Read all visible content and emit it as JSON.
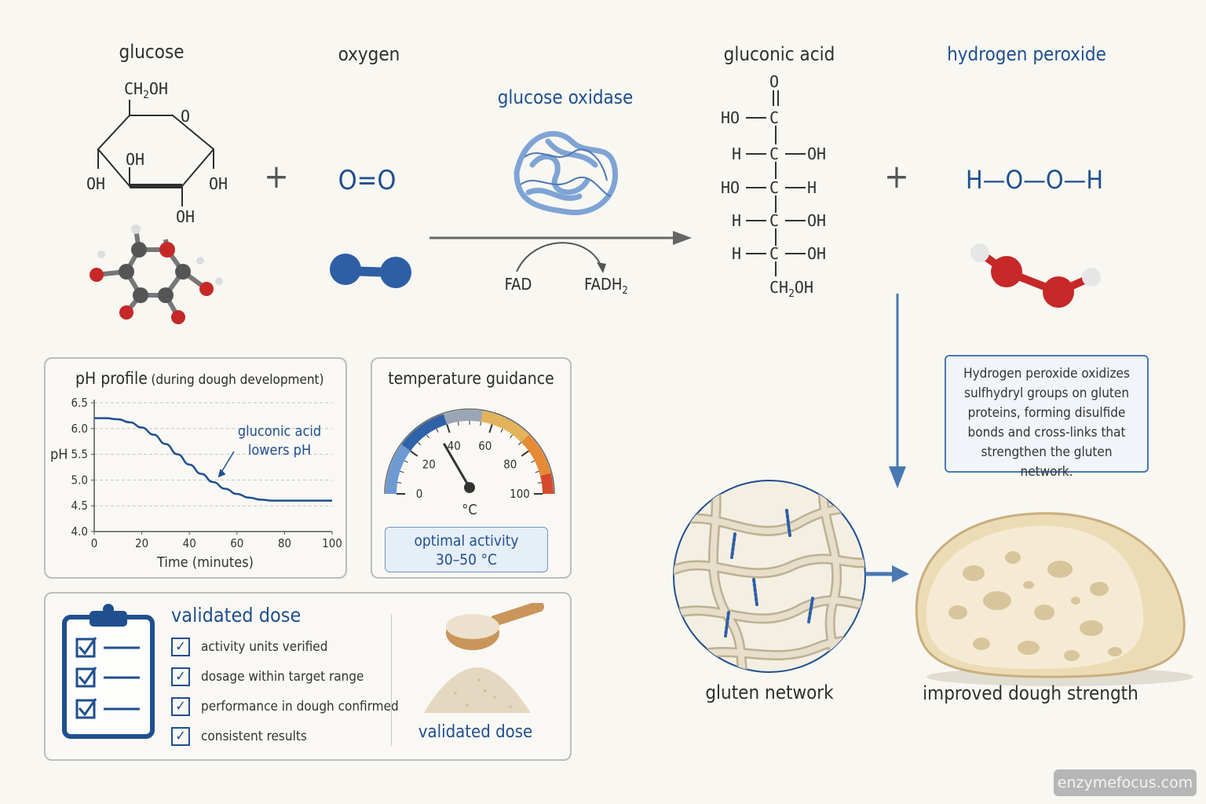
{
  "reaction": {
    "glucose_label": "glucose",
    "glucose_formula": {
      "ch2oh": "CH",
      "ch2oh_sub": "2",
      "ch2oh_tail": "OH",
      "ring_o": "O",
      "oh": "OH"
    },
    "oxygen_label": "oxygen",
    "oxygen_formula": "O=O",
    "plus": "+",
    "enzyme_label": "glucose oxidase",
    "cofactor_from": "FAD",
    "cofactor_to": "FADH",
    "cofactor_to_sub": "2",
    "gluconic_label": "gluconic acid",
    "gluconic_formula": {
      "o": "O",
      "ho": "HO",
      "c": "C",
      "h": "H",
      "oh": "OH",
      "ch2oh": "CH",
      "ch2oh_sub": "2",
      "ch2oh_tail": "OH"
    },
    "peroxide_label": "hydrogen peroxide",
    "peroxide_formula": "H—O—O—H"
  },
  "ph_panel": {
    "title": "pH profile",
    "subtitle": "(during dough development)",
    "annotation_line1": "gluconic acid",
    "annotation_line2": "lowers pH"
  },
  "chart_data": {
    "type": "line",
    "title": "pH profile",
    "subtitle": "(during dough development)",
    "xlabel": "Time (minutes)",
    "ylabel": "pH",
    "xlim": [
      0,
      100
    ],
    "ylim": [
      4.0,
      6.5
    ],
    "xticks": [
      "0",
      "20",
      "40",
      "60",
      "80",
      "100"
    ],
    "yticks": [
      "4.0",
      "4.5",
      "5.0",
      "5.5",
      "6.0",
      "6.5"
    ],
    "grid": "horizontal dashed",
    "series": [
      {
        "x": [
          0,
          5,
          10,
          15,
          20,
          25,
          30,
          35,
          40,
          45,
          50,
          55,
          60,
          65,
          70,
          75,
          80,
          85,
          90,
          95,
          100
        ],
        "values": [
          6.2,
          6.2,
          6.18,
          6.12,
          6.02,
          5.88,
          5.7,
          5.5,
          5.3,
          5.12,
          4.96,
          4.83,
          4.73,
          4.66,
          4.62,
          4.6,
          4.6,
          4.6,
          4.6,
          4.6,
          4.6
        ],
        "color": "#1f4f8f"
      }
    ]
  },
  "temperature_panel": {
    "title": "temperature guidance",
    "gauge_ticks": [
      "0",
      "20",
      "40",
      "60",
      "80",
      "100"
    ],
    "gauge_min": 0,
    "gauge_max": 100,
    "needle_value": 35,
    "unit": "°C",
    "optimal_line1": "optimal activity",
    "optimal_line2": "30–50 °C"
  },
  "dose_panel": {
    "title": "validated dose",
    "checks": [
      "activity units verified",
      "dosage within target range",
      "performance in dough confirmed",
      "consistent results"
    ],
    "powder_label": "validated dose"
  },
  "explanation": "Hydrogen peroxide oxidizes sulfhydryl groups on gluten proteins, forming disulfide bonds and cross-links that strengthen the gluten network.",
  "gluten_label": "gluten network",
  "dough_label": "improved dough strength",
  "watermark": "enzymefocus.com",
  "colors": {
    "accent": "#1f4f8f",
    "arrow_blue": "#4a78b3",
    "oxygen_atom": "#c62828",
    "carbon_atom": "#555555",
    "hydrogen_atom": "#e6e6e6",
    "gluten_strand": "#d8ceb4"
  }
}
